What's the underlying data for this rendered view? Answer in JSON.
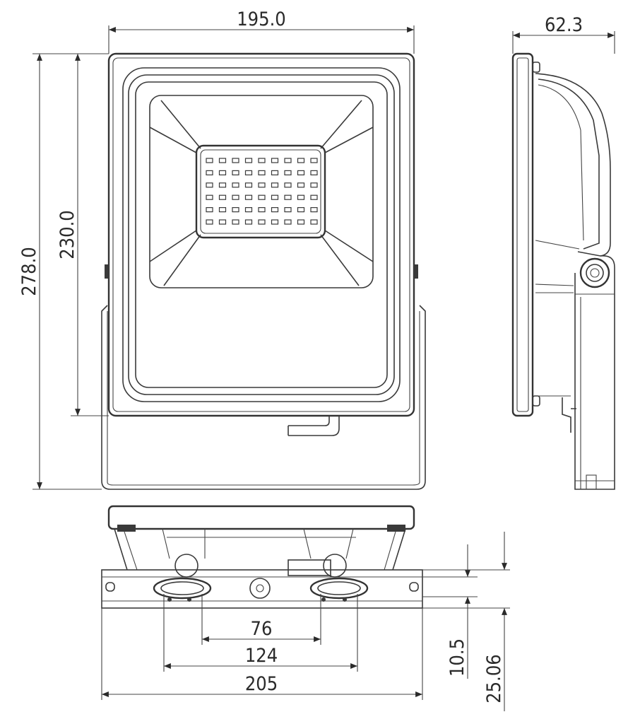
{
  "dimensions": {
    "top_width": "195.0",
    "side_depth": "62.3",
    "total_height": "278.0",
    "body_height": "230.0",
    "hole_spacing_inner": "76",
    "hole_spacing_outer": "124",
    "bracket_width": "205",
    "bracket_thickness": "10.5",
    "bracket_offset": "25.06"
  },
  "led_grid": {
    "rows": 6,
    "cols": 9
  }
}
